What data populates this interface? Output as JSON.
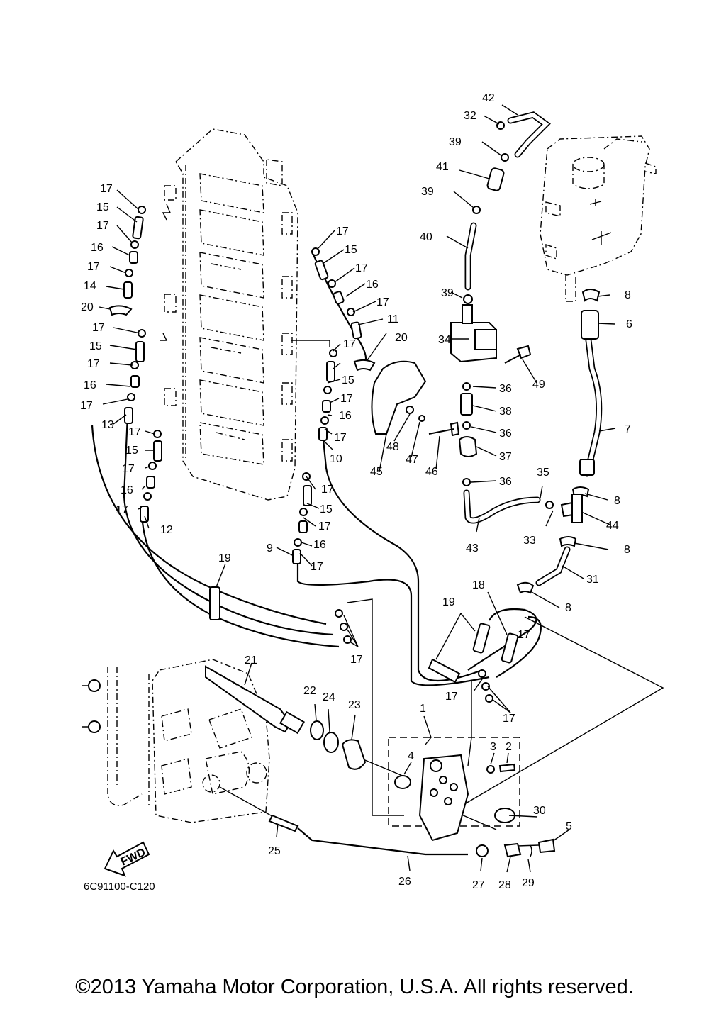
{
  "diagram": {
    "drawing_code": "6C91100-C120",
    "fwd_label": "FWD",
    "copyright": "©2013 Yamaha Motor Corporation, U.S.A. All rights reserved.",
    "callouts": [
      {
        "label": "1"
      },
      {
        "label": "2"
      },
      {
        "label": "3"
      },
      {
        "label": "4"
      },
      {
        "label": "5"
      },
      {
        "label": "6"
      },
      {
        "label": "7"
      },
      {
        "label": "8"
      },
      {
        "label": "8"
      },
      {
        "label": "8"
      },
      {
        "label": "8"
      },
      {
        "label": "9"
      },
      {
        "label": "10"
      },
      {
        "label": "11"
      },
      {
        "label": "12"
      },
      {
        "label": "13"
      },
      {
        "label": "14"
      },
      {
        "label": "15"
      },
      {
        "label": "15"
      },
      {
        "label": "15"
      },
      {
        "label": "15"
      },
      {
        "label": "15"
      },
      {
        "label": "15"
      },
      {
        "label": "16"
      },
      {
        "label": "16"
      },
      {
        "label": "16"
      },
      {
        "label": "16"
      },
      {
        "label": "16"
      },
      {
        "label": "16"
      },
      {
        "label": "17"
      },
      {
        "label": "17"
      },
      {
        "label": "17"
      },
      {
        "label": "17"
      },
      {
        "label": "17"
      },
      {
        "label": "17"
      },
      {
        "label": "17"
      },
      {
        "label": "17"
      },
      {
        "label": "17"
      },
      {
        "label": "17"
      },
      {
        "label": "17"
      },
      {
        "label": "17"
      },
      {
        "label": "17"
      },
      {
        "label": "17"
      },
      {
        "label": "17"
      },
      {
        "label": "17"
      },
      {
        "label": "17"
      },
      {
        "label": "17"
      },
      {
        "label": "17"
      },
      {
        "label": "17"
      },
      {
        "label": "17"
      },
      {
        "label": "17"
      },
      {
        "label": "18"
      },
      {
        "label": "19"
      },
      {
        "label": "19"
      },
      {
        "label": "20"
      },
      {
        "label": "20"
      },
      {
        "label": "21"
      },
      {
        "label": "22"
      },
      {
        "label": "23"
      },
      {
        "label": "24"
      },
      {
        "label": "25"
      },
      {
        "label": "26"
      },
      {
        "label": "27"
      },
      {
        "label": "28"
      },
      {
        "label": "29"
      },
      {
        "label": "30"
      },
      {
        "label": "31"
      },
      {
        "label": "32"
      },
      {
        "label": "33"
      },
      {
        "label": "34"
      },
      {
        "label": "35"
      },
      {
        "label": "36"
      },
      {
        "label": "36"
      },
      {
        "label": "36"
      },
      {
        "label": "37"
      },
      {
        "label": "38"
      },
      {
        "label": "39"
      },
      {
        "label": "39"
      },
      {
        "label": "39"
      },
      {
        "label": "40"
      },
      {
        "label": "41"
      },
      {
        "label": "42"
      },
      {
        "label": "43"
      },
      {
        "label": "44"
      },
      {
        "label": "45"
      },
      {
        "label": "46"
      },
      {
        "label": "47"
      },
      {
        "label": "48"
      },
      {
        "label": "49"
      }
    ]
  }
}
